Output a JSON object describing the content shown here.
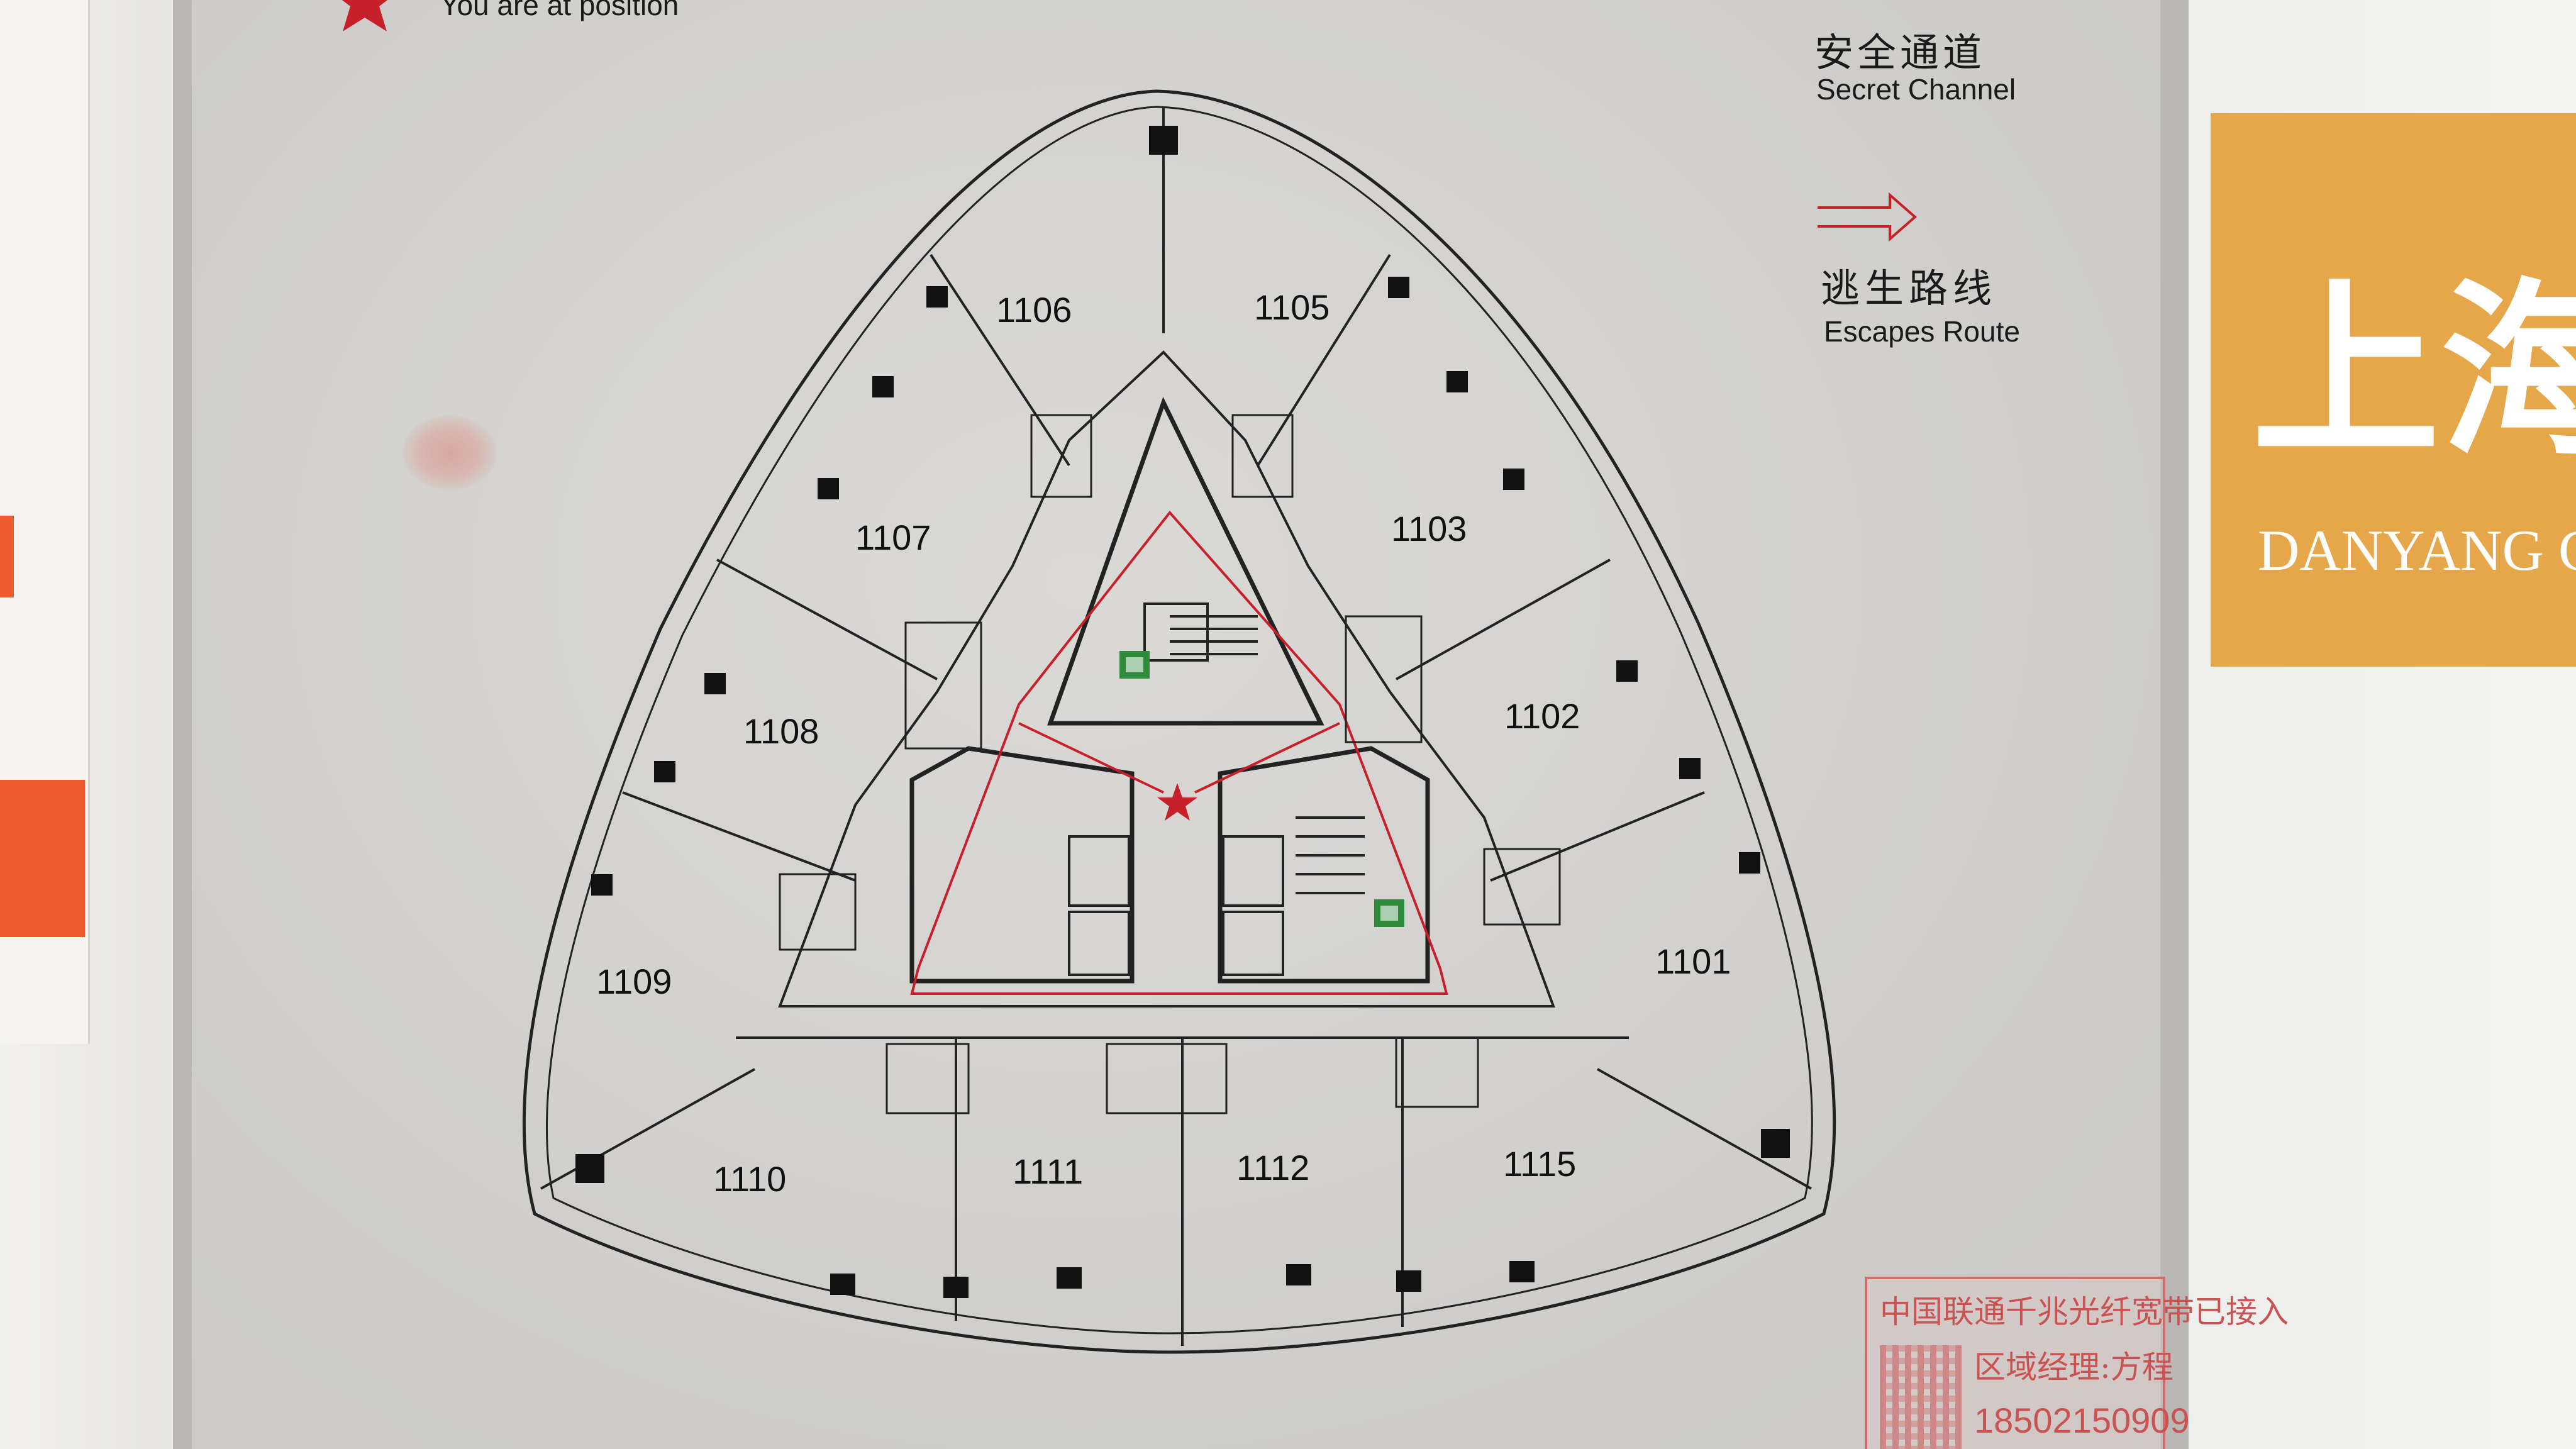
{
  "legend": {
    "you_are_here": "You are at position",
    "secret_channel_cn": "安全通道",
    "secret_channel_en": "Secret Channel",
    "escape_route_cn": "逃生路线",
    "escape_route_en": "Escapes Route"
  },
  "rooms": {
    "r1101": "1101",
    "r1102": "1102",
    "r1103": "1103",
    "r1105": "1105",
    "r1106": "1106",
    "r1107": "1107",
    "r1108": "1108",
    "r1109": "1109",
    "r1110": "1110",
    "r1111": "1111",
    "r1112": "1112",
    "r1115": "1115"
  },
  "plaque": {
    "chinese": "上海市",
    "english": "DANYANG CHAMB"
  },
  "stamp": {
    "line1": "中国联通千兆光纤宽带已接入",
    "line2": "区域经理:方程",
    "line3": "18502150909"
  },
  "colors": {
    "star": "#c8202a",
    "escape_line": "#c8202a",
    "plaque": "#e6a64a",
    "wall_orange": "#ec5a2e",
    "exit_sign": "#2f8a3c"
  }
}
